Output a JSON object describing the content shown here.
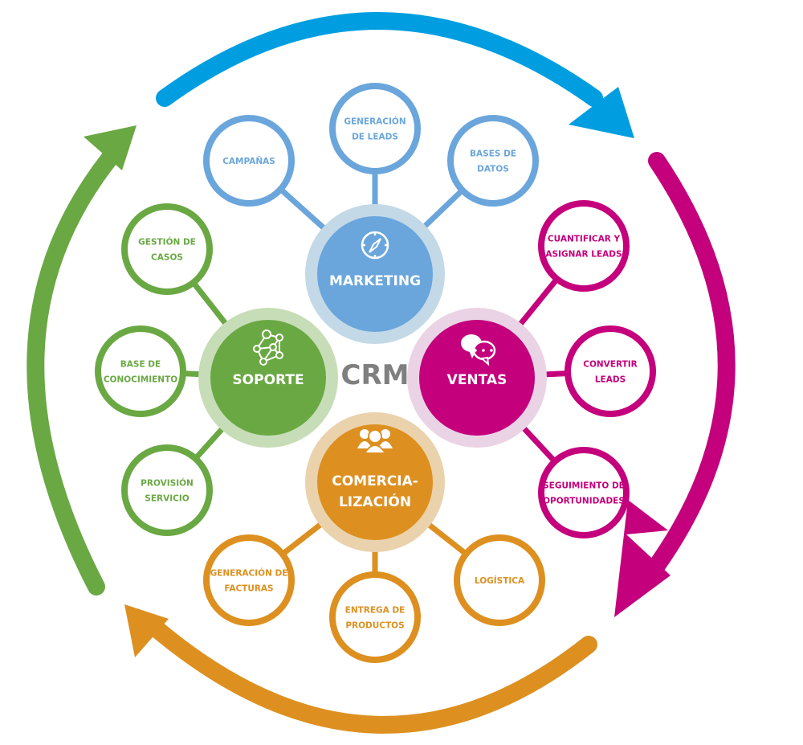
{
  "center_label": "CRM",
  "colors": {
    "marketing": "#6aa6dc",
    "marketing_ring": "#c3d9e7",
    "ventas": "#c4007c",
    "ventas_ring": "#ebd3e6",
    "comercializacion": "#dd9020",
    "comercializacion_ring": "#ead2ad",
    "soporte": "#6aa843",
    "soporte_ring": "#c7ddb7",
    "crm_text": "#7f7f7f",
    "arrow_top": "#009ee0",
    "arrow_right": "#c4007c",
    "arrow_bottom": "#dd9020",
    "arrow_left": "#6aa843"
  },
  "hubs": {
    "marketing": {
      "label_lines": [
        "MARKETING"
      ],
      "icon": "compass-icon",
      "satellites": [
        {
          "lines": [
            "CAMPAÑAS"
          ]
        },
        {
          "lines": [
            "GENERACIÓN",
            "DE LEADS"
          ]
        },
        {
          "lines": [
            "BASES DE",
            "DATOS"
          ]
        }
      ]
    },
    "ventas": {
      "label_lines": [
        "VENTAS"
      ],
      "icon": "chat-bubbles-icon",
      "satellites": [
        {
          "lines": [
            "CUANTIFICAR Y",
            "ASIGNAR LEADS"
          ]
        },
        {
          "lines": [
            "CONVERTIR",
            "LEADS"
          ]
        },
        {
          "lines": [
            "SEGUIMIENTO DE",
            "OPORTUNIDADES"
          ]
        }
      ]
    },
    "comercializacion": {
      "label_lines": [
        "COMERCIA-",
        "LIZACIÓN"
      ],
      "icon": "people-group-icon",
      "satellites": [
        {
          "lines": [
            "GENERACIÓN DE",
            "FACTURAS"
          ]
        },
        {
          "lines": [
            "ENTREGA DE",
            "PRODUCTOS"
          ]
        },
        {
          "lines": [
            "LOGÍSTICA"
          ]
        }
      ]
    },
    "soporte": {
      "label_lines": [
        "SOPORTE"
      ],
      "icon": "network-nodes-icon",
      "satellites": [
        {
          "lines": [
            "GESTIÓN DE",
            "CASOS"
          ]
        },
        {
          "lines": [
            "BASE DE",
            "CONOCIMIENTO"
          ]
        },
        {
          "lines": [
            "PROVISIÓN",
            "SERVICIO"
          ]
        }
      ]
    }
  },
  "cycle_arrows": [
    {
      "name": "arrow-marketing-to-ventas",
      "color_key": "arrow_top"
    },
    {
      "name": "arrow-ventas-to-comercializacion",
      "color_key": "arrow_right"
    },
    {
      "name": "arrow-comercializacion-to-soporte",
      "color_key": "arrow_bottom"
    },
    {
      "name": "arrow-soporte-to-marketing",
      "color_key": "arrow_left"
    }
  ]
}
